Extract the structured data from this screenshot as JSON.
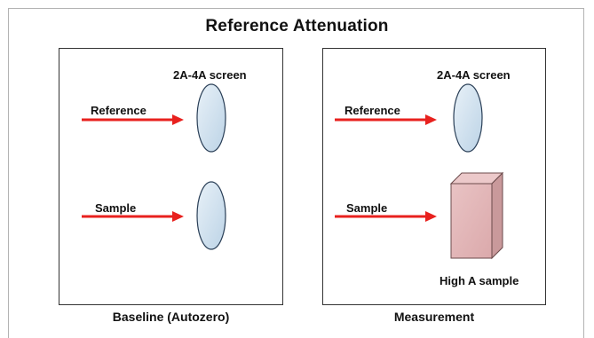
{
  "title": "Reference Attenuation",
  "panels": [
    {
      "caption": "Baseline (Autozero)",
      "screen_label": "2A-4A screen",
      "beam_top_label": "Reference",
      "beam_bottom_label": "Sample"
    },
    {
      "caption": "Measurement",
      "screen_label": "2A-4A screen",
      "beam_top_label": "Reference",
      "beam_bottom_label": "Sample",
      "sample_label": "High A sample"
    }
  ],
  "colors": {
    "arrow": "#e8211e",
    "lens_fill": "#cfe0ee",
    "lens_stroke": "#2a3f57",
    "sample_fill": "#e3b7b8",
    "sample_dark": "#c9999b",
    "panel_border": "#333333"
  }
}
